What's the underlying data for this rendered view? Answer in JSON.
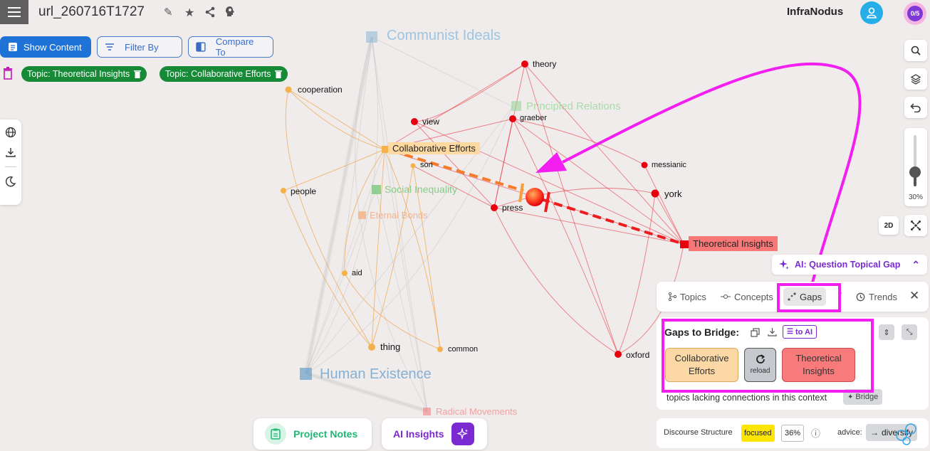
{
  "header": {
    "title": "url_260716T1727",
    "brand": "InfraNodus",
    "counter": "0/5"
  },
  "toolbar": {
    "show_content": "Show Content",
    "filter_by": "Filter By",
    "compare_to": "Compare To",
    "tags": [
      "Topic: Theoretical Insights",
      "Topic: Collaborative Efforts"
    ]
  },
  "zoom": {
    "level_label": "30%",
    "level": 0.3,
    "mode": "2D"
  },
  "graph": {
    "topics": {
      "communist": "Communist Ideals",
      "principled": "Principled Relations",
      "social": "Social Inequality",
      "eternal": "Eternal Bonds",
      "human": "Human Existence",
      "radical": "Radical Movements"
    },
    "nodes": {
      "theory": "theory",
      "view": "view",
      "graeber": "graeber",
      "collab": "Collaborative Efforts",
      "son": "son",
      "messianic": "messianic",
      "york": "york",
      "press": "press",
      "theoretical": "Theoretical Insights",
      "cooperation": "cooperation",
      "people": "people",
      "aid": "aid",
      "thing": "thing",
      "common": "common",
      "oxford": "oxford"
    }
  },
  "ai_panel": {
    "title": "AI: Question Topical Gap"
  },
  "tabs": {
    "topics": "Topics",
    "concepts": "Concepts",
    "gaps": "Gaps",
    "trends": "Trends"
  },
  "gaps": {
    "title": "Gaps to Bridge:",
    "to_ai": "to AI",
    "left": "Collaborative Efforts",
    "reload": "reload",
    "right": "Theoretical Insights",
    "description": "topics lacking connections in this context",
    "bridge": "Bridge"
  },
  "discourse": {
    "label": "Discourse Structure",
    "state": "focused",
    "value": "36%",
    "advice_label": "advice:",
    "advice": "diversify"
  },
  "bottom": {
    "project_notes": "Project Notes",
    "ai_insights": "AI Insights"
  },
  "colors": {
    "accent": "#1f72d6",
    "tag_green": "#168a36",
    "ai_purple": "#7a2ad0",
    "highlight_magenta": "#f21ff0",
    "red_node": "#e8000e",
    "orange_node": "#f5b24a"
  }
}
